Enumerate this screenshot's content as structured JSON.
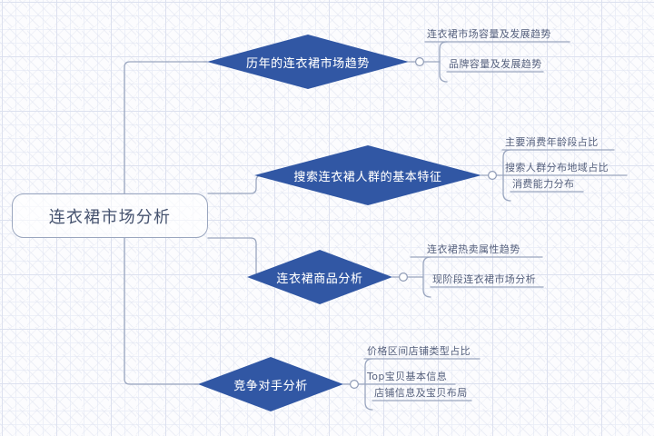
{
  "diagram": {
    "type": "mind-map",
    "title": "连衣裙市场分析",
    "colors": {
      "diamond_fill": "#3157a4",
      "diamond_text": "#ffffff",
      "root_text": "#46536f",
      "leaf_text": "#56617d",
      "connector": "#9aa6bf",
      "background": "#fcfcfe",
      "grid": "#dbe0ee"
    },
    "root": {
      "label": "连衣裙市场分析"
    },
    "branches": [
      {
        "label": "历年的连衣裙市场趋势",
        "leaves": [
          "连衣裙市场容量及发展趋势",
          "品牌容量及发展趋势"
        ]
      },
      {
        "label": "搜索连衣裙人群的基本特征",
        "leaves": [
          "主要消费年龄段占比",
          "搜索人群分布地域占比",
          "消费能力分布"
        ]
      },
      {
        "label": "连衣裙商品分析",
        "leaves": [
          "连衣裙热卖属性趋势",
          "现阶段连衣裙市场分析"
        ]
      },
      {
        "label": "竞争对手分析",
        "leaves": [
          "价格区间店铺类型占比",
          "Top宝贝基本信息",
          "店铺信息及宝贝布局"
        ]
      }
    ]
  }
}
